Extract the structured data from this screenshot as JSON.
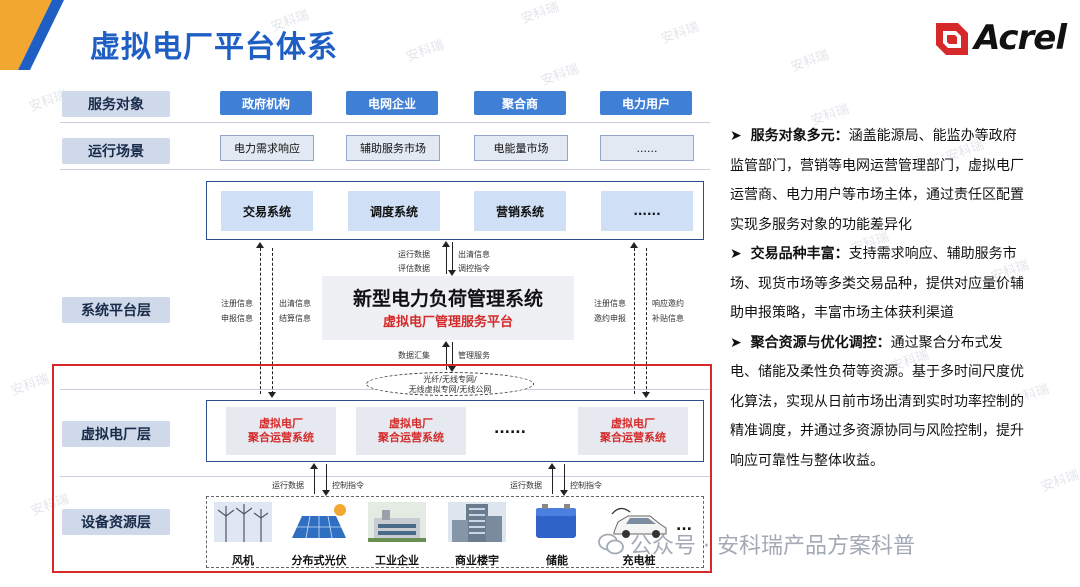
{
  "header": {
    "title": "虚拟电厂平台体系",
    "logo_text": "Acrel",
    "watermark": "安科瑞"
  },
  "rows": {
    "service_objects": "服务对象",
    "run_scenarios": "运行场景",
    "platform_layer": "系统平台层",
    "vpp_layer": "虚拟电厂层",
    "device_layer": "设备资源层"
  },
  "service_objects": [
    "政府机构",
    "电网企业",
    "聚合商",
    "电力用户"
  ],
  "scenarios": [
    "电力需求响应",
    "辅助服务市场",
    "电能量市场",
    "......"
  ],
  "systems": [
    "交易系统",
    "调度系统",
    "营销系统",
    "......"
  ],
  "center": {
    "main": "新型电力负荷管理系统",
    "sub": "虚拟电厂管理服务平台"
  },
  "flow_labels": {
    "run_data": "运行数据",
    "eval_data": "评估数据",
    "clear_info": "出清信息",
    "dispatch_cmd": "调控指令",
    "reg_info": "注册信息",
    "report_info": "申报信息",
    "clear_info2": "出清信息",
    "settle_info": "结算信息",
    "reg_info_r": "注册信息",
    "invite_report": "邀约申报",
    "response_invite": "响应邀约",
    "subsidy_info": "补贴信息",
    "data_gather": "数据汇集",
    "mgmt_service": "管理服务",
    "run_data_l": "运行数据",
    "ctrl_cmd_l": "控制指令",
    "run_data_r": "运行数据",
    "ctrl_cmd_r": "控制指令"
  },
  "network": {
    "line1": "光纤/无线专网/",
    "line2": "无线虚拟专网/无线公网"
  },
  "vpp_systems": [
    {
      "line1": "虚拟电厂",
      "line2": "聚合运营系统"
    },
    {
      "line1": "虚拟电厂",
      "line2": "聚合运营系统"
    },
    {
      "line1": "",
      "line2": "......"
    },
    {
      "line1": "虚拟电厂",
      "line2": "聚合运营系统"
    }
  ],
  "devices": [
    "风机",
    "分布式光伏",
    "工业企业",
    "商业楼宇",
    "储能",
    "充电桩"
  ],
  "devices_more": "...",
  "description": [
    {
      "head": "服务对象多元：",
      "body": "涵盖能源局、能监办等政府监管部门，营销等电网运营管理部门，虚拟电厂运营商、电力用户等市场主体，通过责任区配置实现多服务对象的功能差异化"
    },
    {
      "head": "交易品种丰富：",
      "body": "支持需求响应、辅助服务市场、现货市场等多类交易品种，提供对应量价辅助申报策略，丰富市场主体获利渠道"
    },
    {
      "head": "聚合资源与优化调控：",
      "body": "通过聚合分布式发电、储能及柔性负荷等资源。基于多时间尺度优化算法，实现从日前市场出清到实时功率控制的精准调度，并通过多资源协同与风险控制，提升响应可靠性与整体收益。"
    }
  ],
  "bullet_mark": "➤",
  "footer": {
    "wechat": "公众号 · 安科瑞产品方案科普"
  },
  "colors": {
    "title_blue": "#1f5fc4",
    "button_blue": "#3f7fd6",
    "highlight_red": "#d62a2a",
    "label_bg": "#cfd9ea"
  }
}
